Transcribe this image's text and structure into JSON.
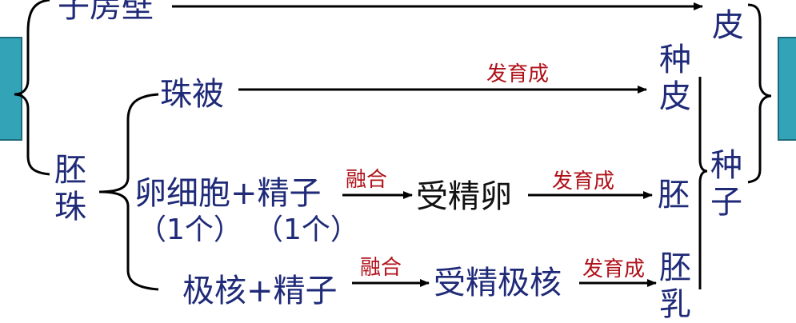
{
  "labels": {
    "top_left": "子房壁",
    "top_right": "皮",
    "zhubei": "珠被",
    "fayucheng_1": "发育成",
    "zhongpi": "种皮",
    "peizhu": "胚珠",
    "luanxibao_jingzi": "卵细胞+精子",
    "paren_1": "（1个）",
    "paren_2": "（1个）",
    "ronghe_1": "融合",
    "shoujingluan": "受精卵",
    "fayucheng_2": "发育成",
    "pei": "胚",
    "zhongzi": "种子",
    "jihe_jingzi": "极核+精子",
    "ronghe_2": "融合",
    "shoujingjihe": "受精极核",
    "fayucheng_3": "发育成",
    "peiru": "胚乳"
  },
  "colors": {
    "blue_text": "#1f2a78",
    "red_text": "#b0121a",
    "teal_box": "#33a3b8"
  }
}
